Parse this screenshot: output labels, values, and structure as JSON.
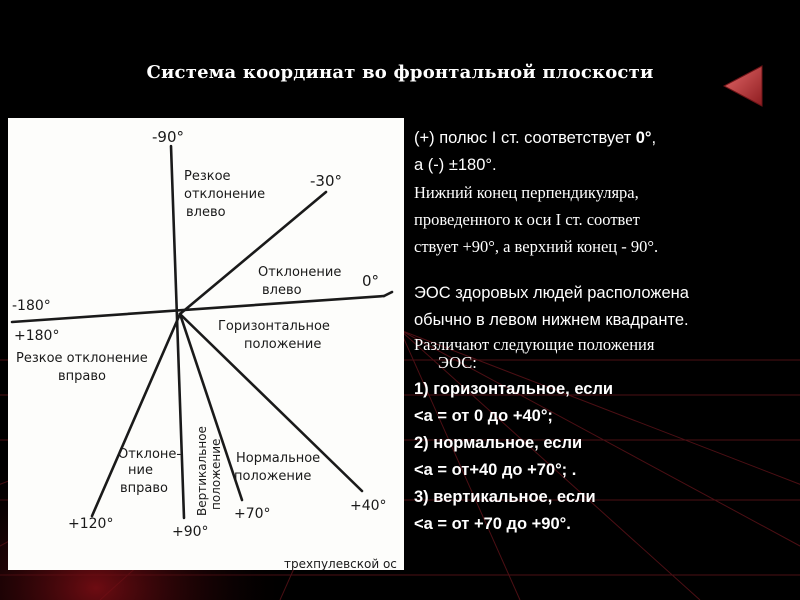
{
  "slide": {
    "title": "Система координат во фронтальной плоскости"
  },
  "colors": {
    "background": "#000000",
    "accent_arrow": "#c0393b",
    "grid": "#5a1218",
    "text": "#ffffff"
  },
  "diagram": {
    "angles": {
      "minus90": "-90°",
      "minus30": "-30°",
      "zero": "0°",
      "minus180": "-180°",
      "plus180": "+180°",
      "plus40": "+40°",
      "plus70": "+70°",
      "plus90": "+90°",
      "plus120": "+120°"
    },
    "zones": {
      "sharp_left_1": "Резкое",
      "sharp_left_2": "отклонение",
      "sharp_left_3": "влево",
      "left_1": "Отклонение",
      "left_2": "влево",
      "horizontal_1": "Горизонтальное",
      "horizontal_2": "положение",
      "sharp_right_1": "Резкое отклонение",
      "sharp_right_2": "вправо",
      "right_1": "Отклоне-",
      "right_2": "ние",
      "right_3": "вправо",
      "vertical_1": "Вертикальное",
      "vertical_2": "положение",
      "normal_1": "Нормальное",
      "normal_2": "положение",
      "bottom_fragment": "трехпулевской ос"
    }
  },
  "content": {
    "line1_a": "(+) полюс I ст. соответствует ",
    "line1_b": "0°",
    "line1_c": ",",
    "line2": "а (-) ±180°.",
    "line3": "Нижний конец перпендикуляра,",
    "line4": "проведенного к оси I ст. соответ",
    "line5": "ствует +90°, а верхний конец  - 90°.",
    "line6": "ЭОС здоровых людей  расположена",
    "line7": "обычно в левом нижнем квадранте.",
    "line8": "Различают следующие положения",
    "line9": "ЭОС:",
    "item1": "1) горизонтальное, если",
    "item1_range": "<a = от 0 до +40°;",
    "item2": "2) нормальное, если",
    "item2_range": "<a = от+40 до +70°; .",
    "item3": "3) вертикальное, если",
    "item3_range": "<a = от +70 до +90°."
  }
}
